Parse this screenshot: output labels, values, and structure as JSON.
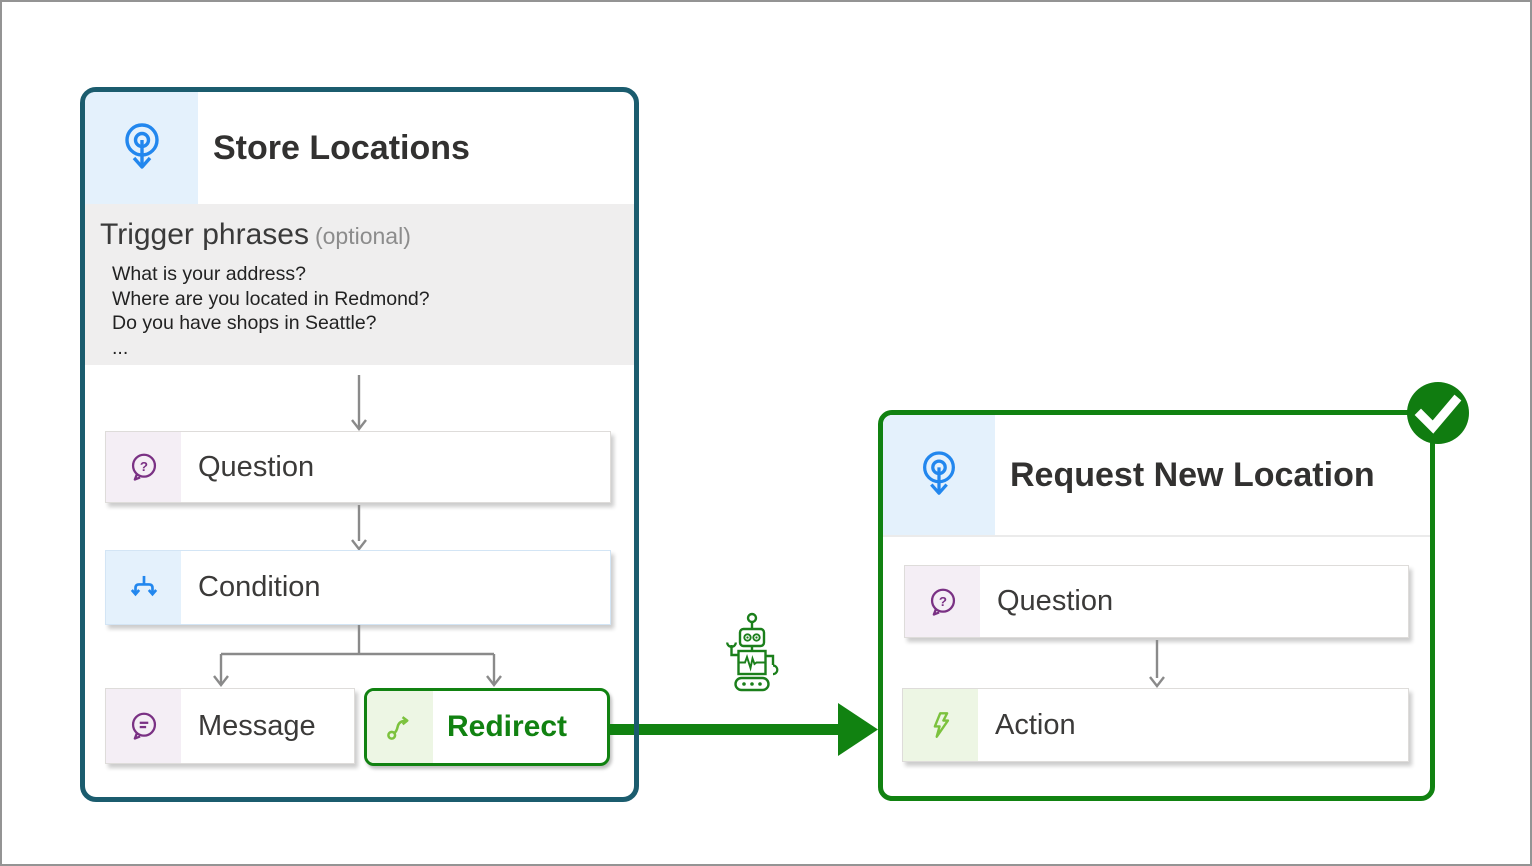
{
  "source_topic": {
    "title": "Store Locations",
    "trigger_section": {
      "heading": "Trigger phrases",
      "optional_label": "(optional)",
      "phrases": [
        "What is your address?",
        "Where are you located in Redmond?",
        "Do you have shops in Seattle?",
        "..."
      ]
    },
    "nodes": {
      "question": "Question",
      "condition": "Condition",
      "message": "Message",
      "redirect": "Redirect"
    }
  },
  "target_topic": {
    "title": "Request New Location",
    "nodes": {
      "question": "Question",
      "action": "Action"
    }
  },
  "icons": {
    "topic_header": "trigger-icon",
    "question": "question-bubble-icon",
    "condition": "branch-icon",
    "message": "message-bubble-icon",
    "redirect": "redirect-path-icon",
    "action": "lightning-bolt-icon",
    "connector": "bot-icon",
    "status": "check-icon"
  },
  "colors": {
    "source_card_border": "#1B5C6E",
    "target_card_border": "#118211",
    "redirect_green": "#118211",
    "lime_icon_green": "#7CC23E",
    "trigger_icon_blue": "#2287EE",
    "purple_icon": "#7A3184",
    "header_icon_bg": "#E4F1FC",
    "question_icon_bg": "#F4EEF5",
    "action_icon_bg": "#EDF6E4",
    "trigger_section_bg": "#EFEEEE",
    "connector_gray": "#8A8A8A",
    "check_badge_green": "#107C10"
  }
}
